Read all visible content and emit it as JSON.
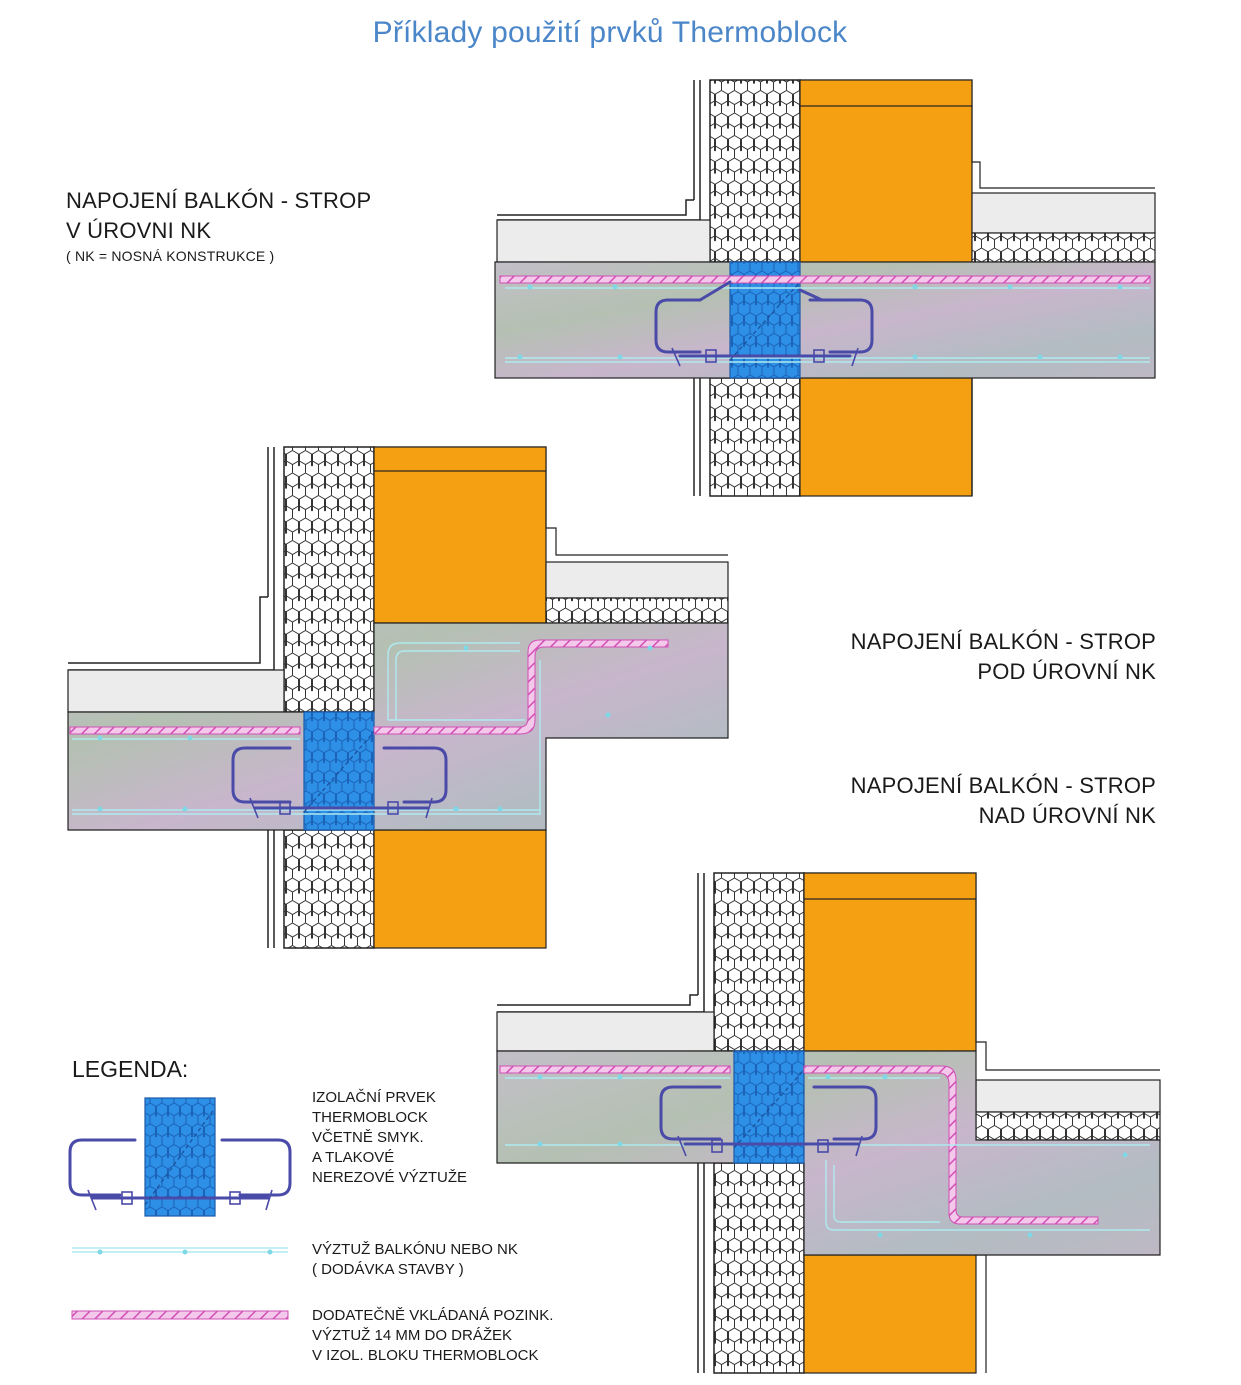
{
  "title": "Příklady použití prvků Thermoblock",
  "sections": [
    {
      "lines": [
        "NAPOJENÍ BALKÓN - STROP",
        "V ÚROVNI NK"
      ],
      "note": "( NK = NOSNÁ KONSTRUKCE )"
    },
    {
      "lines": [
        "NAPOJENÍ BALKÓN - STROP",
        "POD ÚROVNÍ NK"
      ]
    },
    {
      "lines": [
        "NAPOJENÍ BALKÓN - STROP",
        "NAD ÚROVNÍ NK"
      ]
    }
  ],
  "legend": {
    "title": "LEGENDA:",
    "items": [
      {
        "lines": [
          "IZOLAČNÍ PRVEK",
          "THERMOBLOCK",
          "VČETNĚ SMYK.",
          "A TLAKOVÉ",
          "NEREZOVÉ VÝZTUŽE"
        ]
      },
      {
        "lines": [
          "VÝZTUŽ BALKÓNU NEBO NK",
          "( DODÁVKA STAVBY )"
        ]
      },
      {
        "lines": [
          "DODATEČNĚ VKLÁDANÁ POZINK.",
          "VÝZTUŽ  14 MM DO DRÁŽEK",
          "V IZOL. BLOKU THERMOBLOCK"
        ]
      }
    ]
  },
  "colors": {
    "masonry": "#f5a012",
    "thermoblock": "#2d8fe6",
    "slab": "#b9b7c2",
    "reinforcement": "#bfeff3",
    "galvanized_rebar": "#e060c8",
    "stirrup": "#4a4aa8",
    "title": "#4a86c8"
  }
}
